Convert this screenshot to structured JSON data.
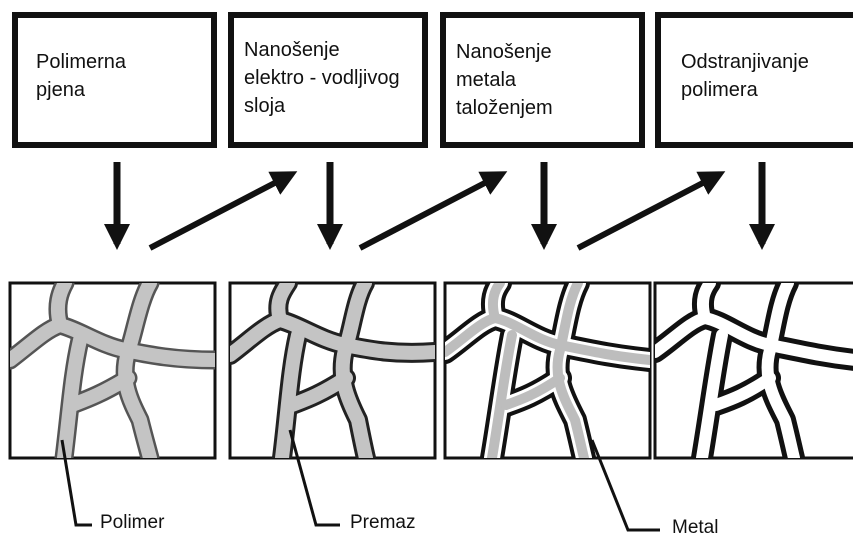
{
  "steps": [
    {
      "label": "Polimerna\npjena"
    },
    {
      "label": "Nanošenje\nelektro - vodljivog\nsloja"
    },
    {
      "label": "Nanošenje\nmetala\ntaloženjem"
    },
    {
      "label": "Odstranjivanje\npolimera"
    }
  ],
  "callouts": {
    "polymer": "Polimer",
    "coating": "Premaz",
    "metal": "Metal"
  },
  "colors": {
    "line": "#111111",
    "polymer_fill": "#bdbdbd",
    "background": "#ffffff"
  }
}
